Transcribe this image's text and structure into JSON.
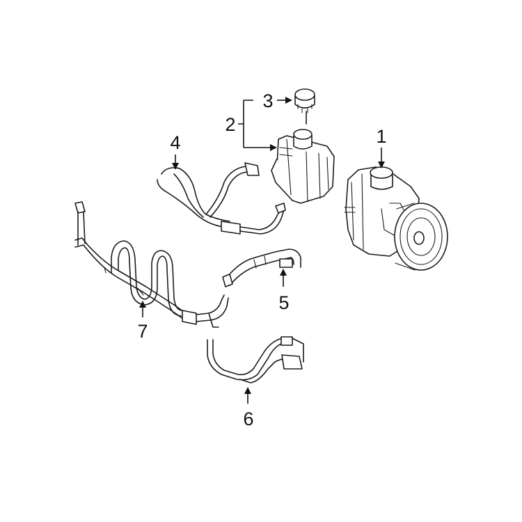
{
  "callouts": {
    "c1": "1",
    "c2": "2",
    "c3": "3",
    "c4": "4",
    "c5": "5",
    "c6": "6",
    "c7": "7"
  },
  "parts": {
    "p1": "power-steering-pump",
    "p2": "reservoir-assembly",
    "p3": "reservoir-cap",
    "p4": "pressure-hose",
    "p5": "return-hose",
    "p6": "supply-hose",
    "p7": "cooler-line"
  },
  "style": {
    "line_color": "#1a1a1a",
    "background": "#ffffff"
  }
}
